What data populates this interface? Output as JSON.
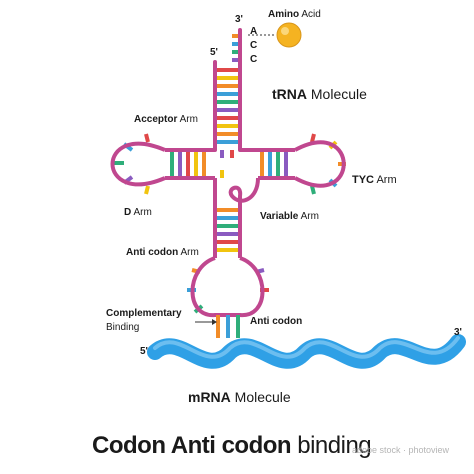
{
  "labels": {
    "amino_acid_bold": "Amino",
    "amino_acid_rest": " Acid",
    "trna_bold": "tRNA",
    "trna_rest": " Molecule",
    "acceptor_bold": "Acceptor",
    "acceptor_rest": " Arm",
    "d_arm_bold": "D",
    "d_arm_rest": " Arm",
    "tyc_bold": "TΥC",
    "tyc_rest": " Arm",
    "variable_bold": "Variable",
    "variable_rest": " Arm",
    "anticodon_arm_bold": "Anti codon",
    "anticodon_arm_rest": " Arm",
    "complementary_bold": "Complementary",
    "complementary_rest": "Binding",
    "anticodon_label": "Anti codon",
    "mrna_bold": "mRNA",
    "mrna_rest": " Molecule",
    "title_bold": "Codon Anti codon",
    "title_rest": " binding",
    "watermark": "adobe stock · photoview"
  },
  "ends": {
    "trna_3prime": "3'",
    "trna_5prime": "5'",
    "mrna_5prime": "5'",
    "mrna_3prime": "3'"
  },
  "terminal_bases": [
    "A",
    "C",
    "C"
  ],
  "colors": {
    "backbone": "#c0478f",
    "base_palette": [
      "#f28c28",
      "#3b9fd8",
      "#2fae7a",
      "#8a5bc0",
      "#e04848",
      "#f1c40f"
    ],
    "mrna": "#2fa0e6",
    "amino_acid": "#f5b321",
    "text": "#1a1a1a"
  }
}
